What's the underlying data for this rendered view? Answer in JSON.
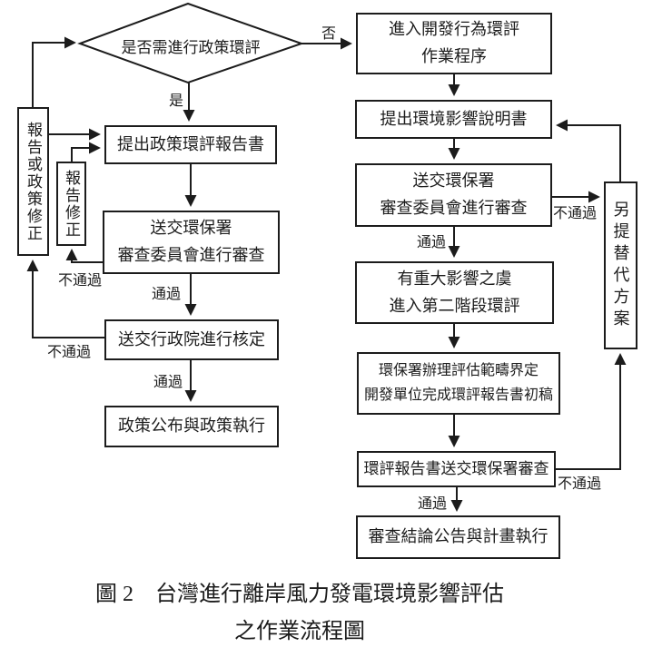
{
  "edge_labels": {
    "yes": "是",
    "no": "否",
    "pass": "通過",
    "fail": "不通過"
  },
  "nodes": {
    "decision": "是否需進行政策環評",
    "policy_report": "提出政策環評報告書",
    "policy_review": {
      "line1": "送交環保署",
      "line2": "審查委員會進行審查"
    },
    "executive_approval": "送交行政院進行核定",
    "policy_publish": "政策公布與政策執行",
    "report_or_policy_revision": "報告或政策修正",
    "report_revision": "報告修正",
    "enter_eia": {
      "line1": "進入開發行為環評",
      "line2": "作業程序"
    },
    "impact_statement": "提出環境影響說明書",
    "eia_review": {
      "line1": "送交環保署",
      "line2": "審查委員會進行審查"
    },
    "second_stage": {
      "line1": "有重大影響之虞",
      "line2": "進入第二階段環評"
    },
    "scoping": {
      "line1": "環保署辦理評估範疇界定",
      "line2": "開發單位完成環評報告書初稿"
    },
    "report_submit": "環評報告書送交環保署審查",
    "conclusion": "審查結論公告與計畫執行",
    "alternative": "另提替代方案"
  },
  "caption": {
    "line1": "圖 2　台灣進行離岸風力發電環境影響評估",
    "line2": "之作業流程圖"
  },
  "colors": {
    "line": "#1c1c1c",
    "background": "#ffffff"
  }
}
